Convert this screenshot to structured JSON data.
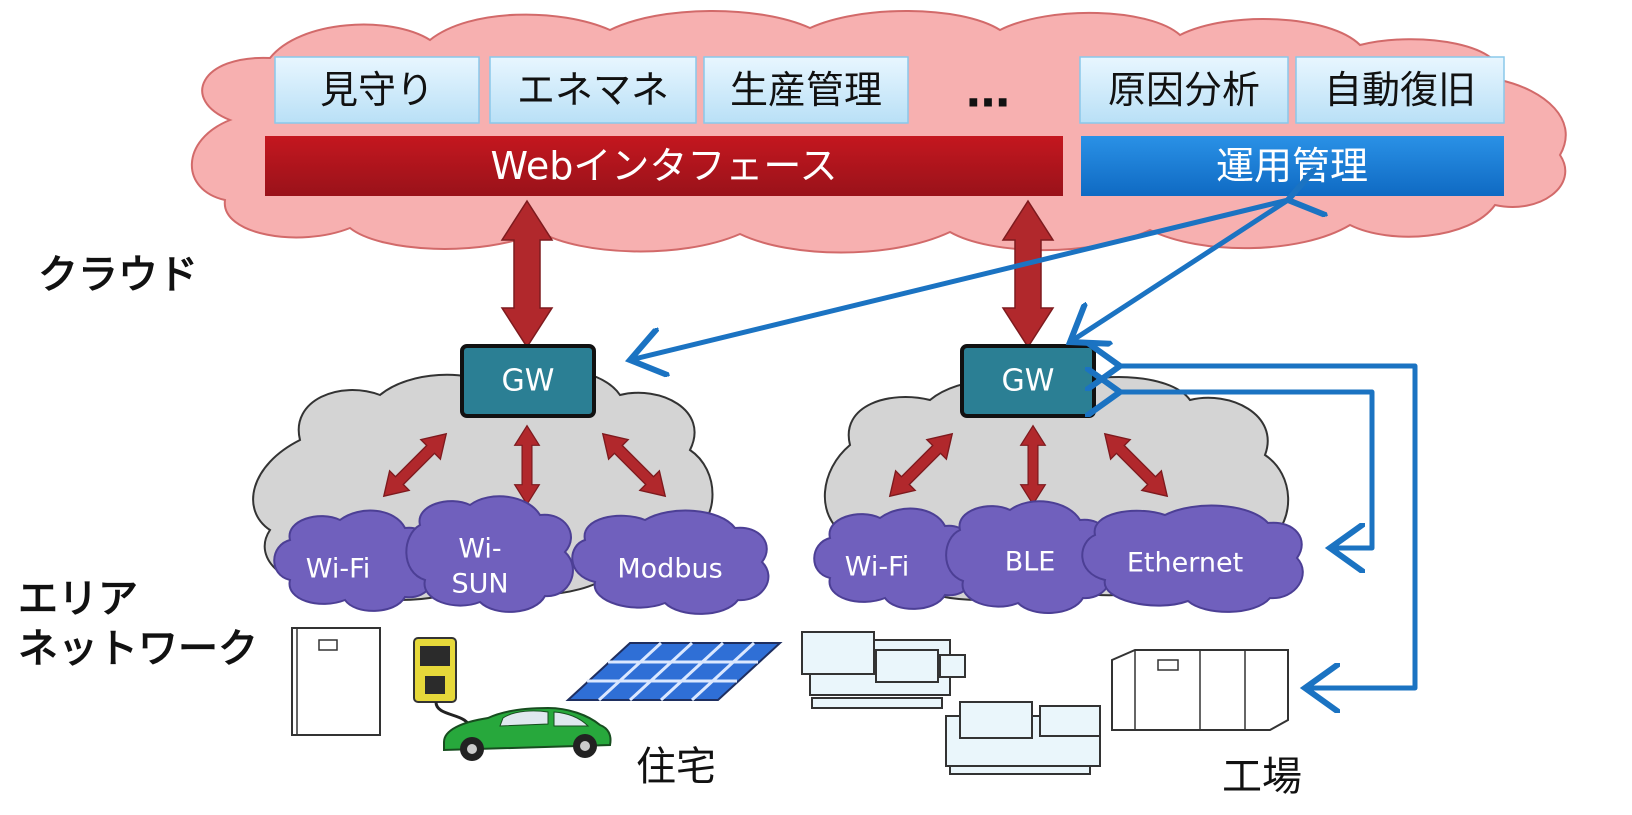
{
  "cloud": {
    "label": "クラウド",
    "apps": [
      "見守り",
      "エネマネ",
      "生産管理",
      "原因分析",
      "自動復旧"
    ],
    "ellipsis": "…",
    "web_interface": "Webインタフェース",
    "ops_management": "運用管理"
  },
  "area_network": {
    "label_line1": "エリア",
    "label_line2": "ネットワーク"
  },
  "home": {
    "gateway": "GW",
    "networks": [
      "Wi-Fi",
      "Wi-",
      "SUN",
      "Modbus"
    ],
    "label": "住宅"
  },
  "factory": {
    "gateway": "GW",
    "networks": [
      "Wi-Fi",
      "BLE",
      "Ethernet"
    ],
    "label": "工場"
  },
  "colors": {
    "cloud_fill": "#f7b0b0",
    "web_bar": "#b3151c",
    "ops_bar": "#1478d4",
    "gateway_fill": "#2b7f94",
    "area_cloud": "#d4d4d4",
    "net_cloud": "#7060bd",
    "arrow_red": "#b1282c",
    "arrow_blue": "#1b73c2"
  }
}
